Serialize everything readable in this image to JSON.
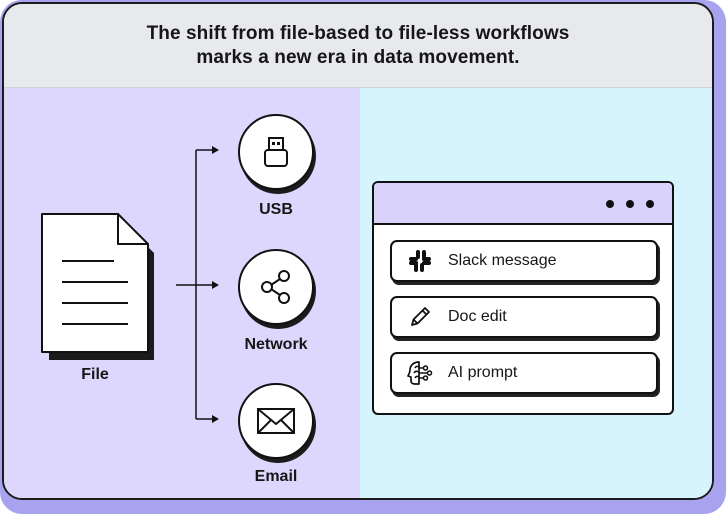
{
  "header": {
    "title": "The shift from file-based to file-less workflows\nmarks a new era in data movement."
  },
  "source": {
    "label": "File",
    "icon": "document-icon"
  },
  "destinations": [
    {
      "label": "USB",
      "icon": "usb-icon"
    },
    {
      "label": "Network",
      "icon": "share-network-icon"
    },
    {
      "label": "Email",
      "icon": "envelope-icon"
    }
  ],
  "window": {
    "items": [
      {
        "label": "Slack message",
        "icon": "slack-icon"
      },
      {
        "label": "Doc edit",
        "icon": "pencil-icon"
      },
      {
        "label": "AI prompt",
        "icon": "ai-head-icon"
      }
    ]
  },
  "colors": {
    "left_panel": "#ddd7fd",
    "right_panel": "#d6f4fb",
    "header": "#e7e9ec",
    "frame": "#a7a3ee"
  }
}
